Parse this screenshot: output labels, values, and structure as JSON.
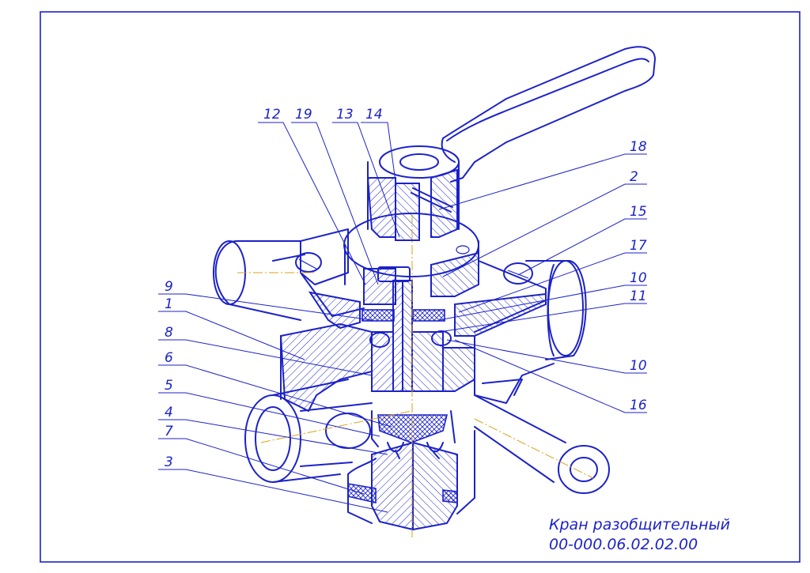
{
  "title_block": {
    "name": "Кран разобщительный",
    "designation": "00-000.06.02.02.00"
  },
  "callouts": {
    "n12": "12",
    "n19": "19",
    "n13": "13",
    "n14": "14",
    "n18": "18",
    "n2": "2",
    "n15": "15",
    "n17": "17",
    "n10a": "10",
    "n11": "11",
    "n10b": "10",
    "n16": "16",
    "n9": "9",
    "n1": "1",
    "n8": "8",
    "n6": "6",
    "n5": "5",
    "n4": "4",
    "n7": "7",
    "n3": "3"
  },
  "colors": {
    "line": "#1c22c8",
    "axis": "#d9a21b",
    "background": "#ffffff"
  }
}
